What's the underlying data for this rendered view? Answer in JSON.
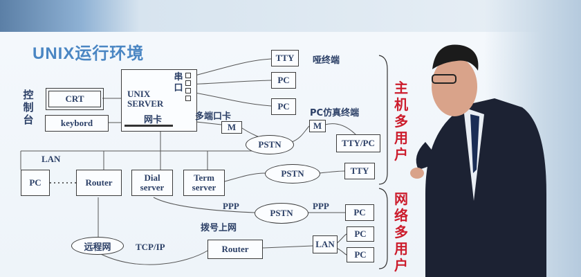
{
  "title": "UNIX运行环境",
  "server": {
    "label": "UNIX SERVER",
    "nic": "网卡",
    "serial": "串口"
  },
  "console": {
    "label": "控制台",
    "crt": "CRT",
    "keyboard": "keybord"
  },
  "terminals": {
    "tty1": "TTY",
    "dumb": "哑终端",
    "pc1": "PC",
    "pc2": "PC",
    "multiport": "多端口卡",
    "m1": "M",
    "m2": "M",
    "pstn1": "PSTN",
    "pc_emul": "PC仿真终端",
    "ttypc": "TTY/PC"
  },
  "lan": {
    "label": "LAN",
    "pc": "PC",
    "router": "Router",
    "dial": "Dial server",
    "term": "Term server",
    "pstn2": "PSTN",
    "tty2": "TTY",
    "ppp1": "PPP",
    "ppp2": "PPP",
    "pstn3": "PSTN",
    "pc3": "PC",
    "dialup": "拨号上网",
    "remote": "远程网",
    "tcpip": "TCP/IP",
    "router2": "Router",
    "lan2": "LAN",
    "pc4": "PC",
    "pc5": "PC"
  },
  "side": {
    "host_multi": "主机多用户",
    "net_multi": "网络多用户"
  },
  "colors": {
    "accent_red": "#cc1c2c",
    "title_blue": "#4a86c3",
    "text_navy": "#2b3f66"
  }
}
